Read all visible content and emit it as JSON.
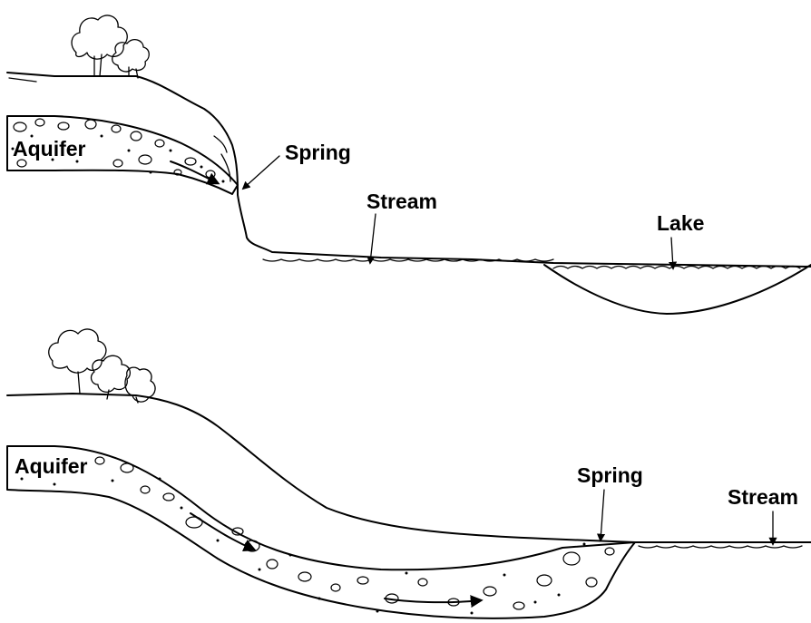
{
  "panels": [
    {
      "name": "upper",
      "labels": {
        "aquifer": "Aquifer",
        "spring": "Spring",
        "stream": "Stream",
        "lake": "Lake"
      }
    },
    {
      "name": "lower",
      "labels": {
        "aquifer": "Aquifer",
        "spring": "Spring",
        "stream": "Stream"
      }
    }
  ],
  "colors": {
    "ink": "#000000",
    "background": "#ffffff"
  },
  "icons": [
    "tree-icon",
    "flow-arrow-icon",
    "pointer-arrow-icon"
  ]
}
